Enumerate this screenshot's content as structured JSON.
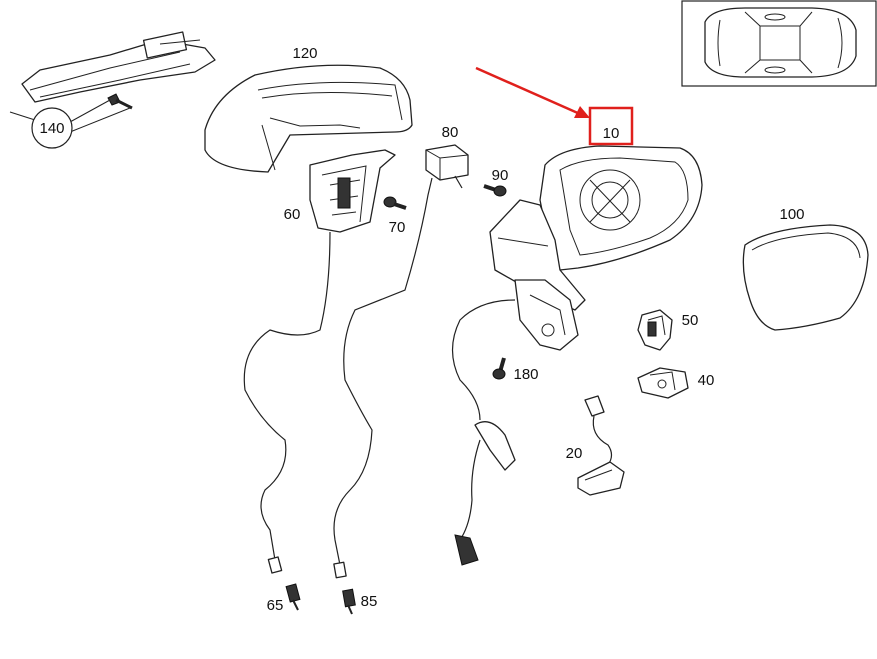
{
  "labels": {
    "p10": "10",
    "p20": "20",
    "p40": "40",
    "p50": "50",
    "p60": "60",
    "p65": "65",
    "p70": "70",
    "p80": "80",
    "p85": "85",
    "p90": "90",
    "p100": "100",
    "p120": "120",
    "p140": "140",
    "p180": "180"
  },
  "colors": {
    "highlight": "#e0201c",
    "line": "#222222"
  },
  "icons": {
    "vehicle_thumbnail": "car-top-view-icon",
    "pointer": "red-arrow-icon"
  }
}
